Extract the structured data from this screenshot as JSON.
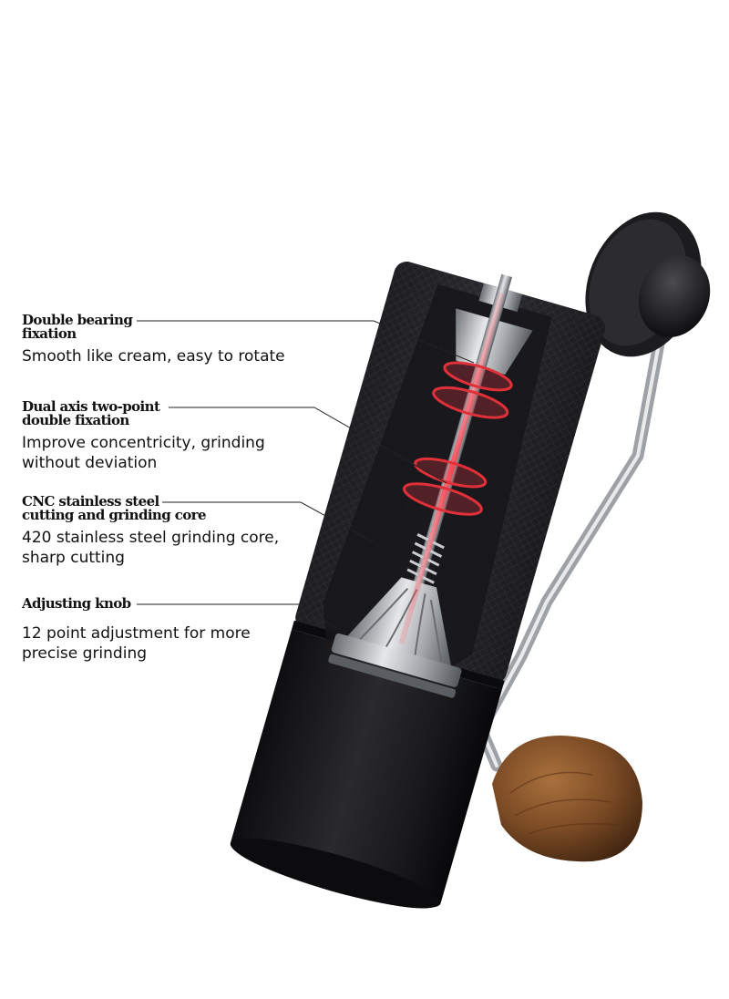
{
  "features": [
    {
      "title_lines": [
        "Double bearing",
        "fixation"
      ],
      "desc_lines": [
        "Smooth like cream, easy to rotate"
      ]
    },
    {
      "title_lines": [
        "Dual axis two-point",
        "double fixation"
      ],
      "desc_lines": [
        "Improve concentricity, grinding",
        "without deviation"
      ]
    },
    {
      "title_lines": [
        "CNC stainless steel",
        "cutting and grinding core"
      ],
      "desc_lines": [
        "420 stainless steel grinding core,",
        "sharp cutting"
      ]
    },
    {
      "title_lines": [
        "Adjusting knob"
      ],
      "desc_lines": [
        "12 point adjustment for more",
        "precise grinding"
      ]
    }
  ],
  "colors": {
    "body": "#1f1f22",
    "knurl": "#2a2a2e",
    "steel": "#b9bcc0",
    "highlight_ring": "#e0303a",
    "wood": "#7a4a24"
  }
}
